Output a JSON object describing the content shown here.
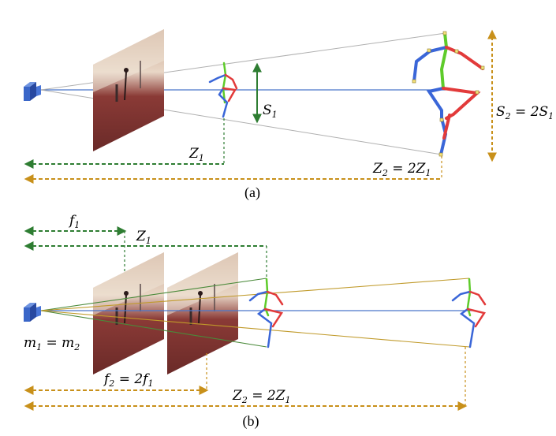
{
  "panel_a": {
    "caption": "(a)",
    "z1_label": "Z",
    "z1_sub": "1",
    "z2_label": "Z",
    "z2_sub": "2",
    "z2_eq": " = 2Z",
    "z2_eq_sub": "1",
    "s1_label": "S",
    "s1_sub": "1",
    "s2_label": "S",
    "s2_sub": "2",
    "s2_eq": " = 2S",
    "s2_eq_sub": "1"
  },
  "panel_b": {
    "caption": "(b)",
    "f1_label": "f",
    "f1_sub": "1",
    "z1_label": "Z",
    "z1_sub": "1",
    "m_label": "m",
    "m_sub": "1",
    "m_eq": " = m",
    "m_eq_sub": "2",
    "f2_label": "f",
    "f2_sub": "2",
    "f2_eq": " = 2f",
    "f2_eq_sub": "1",
    "z2_label": "Z",
    "z2_sub": "2",
    "z2_eq": " = 2Z",
    "z2_eq_sub": "1"
  },
  "colors": {
    "green": "#2e7d32",
    "gold": "#c8901a",
    "optical_axis": "#4a76c9",
    "ray_gray": "#b0b0b0",
    "ray_green": "#4a8a3a",
    "ray_gold": "#c09a2a",
    "camera": "#3a66c8",
    "bone_blue": "#3a66d8",
    "bone_red": "#e23a3a",
    "bone_green": "#5ecb2a"
  }
}
